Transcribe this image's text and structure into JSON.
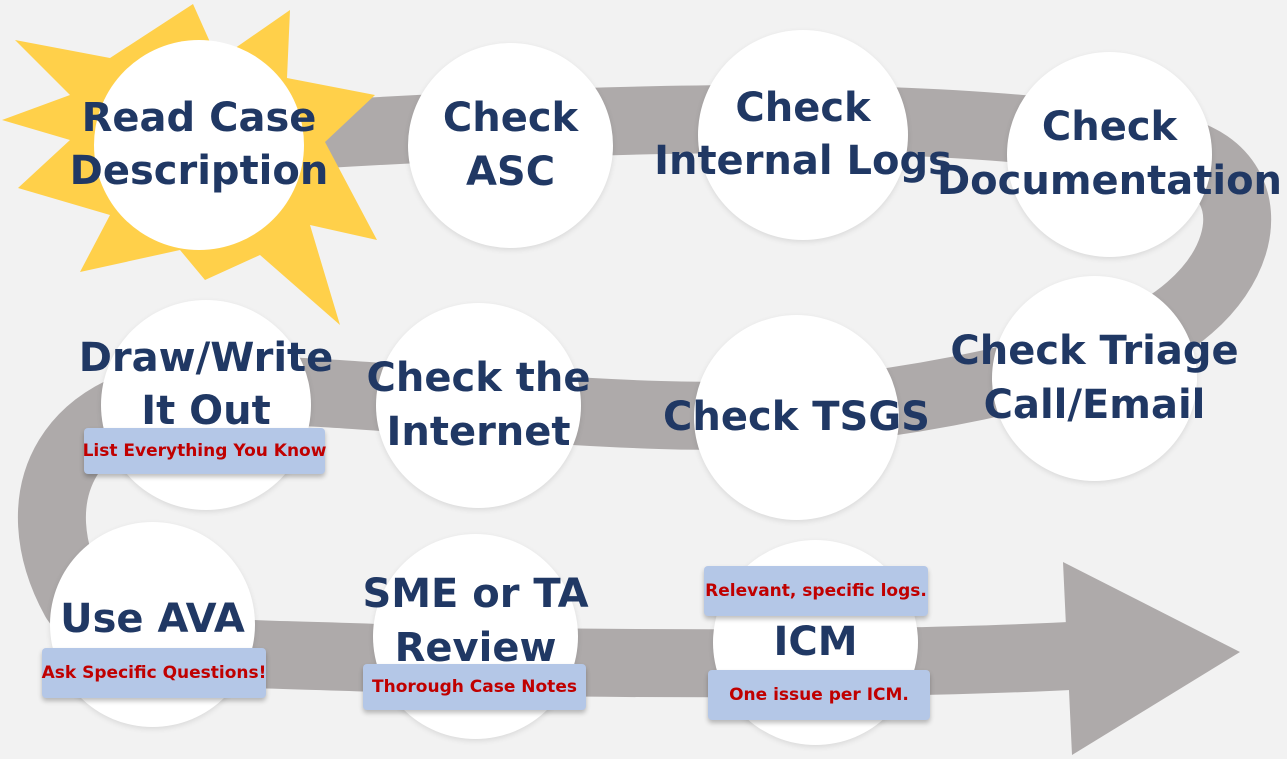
{
  "steps": {
    "read_case": "Read Case\nDescription",
    "check_asc": "Check ASC",
    "check_internal_logs": "Check\nInternal Logs",
    "check_documentation": "Check\nDocumentation",
    "check_triage": "Check Triage\nCall/Email",
    "check_tsgs": "Check TSGS",
    "check_internet": "Check the\nInternet",
    "draw_write": "Draw/Write\nIt Out",
    "use_ava": "Use AVA",
    "sme_ta": "SME or TA\nReview",
    "icm": "ICM"
  },
  "tags": {
    "list_everything": "List Everything You Know",
    "ask_specific": "Ask Specific Questions!",
    "thorough_notes": "Thorough Case Notes",
    "relevant_logs": "Relevant, specific logs.",
    "one_issue": "One issue per ICM."
  },
  "colors": {
    "path": "#aeaaaa",
    "circle": "#ffffff",
    "step_text": "#203864",
    "tag_fill": "#b4c7e7",
    "tag_text": "#c00000",
    "sun": "#ffd04a"
  }
}
